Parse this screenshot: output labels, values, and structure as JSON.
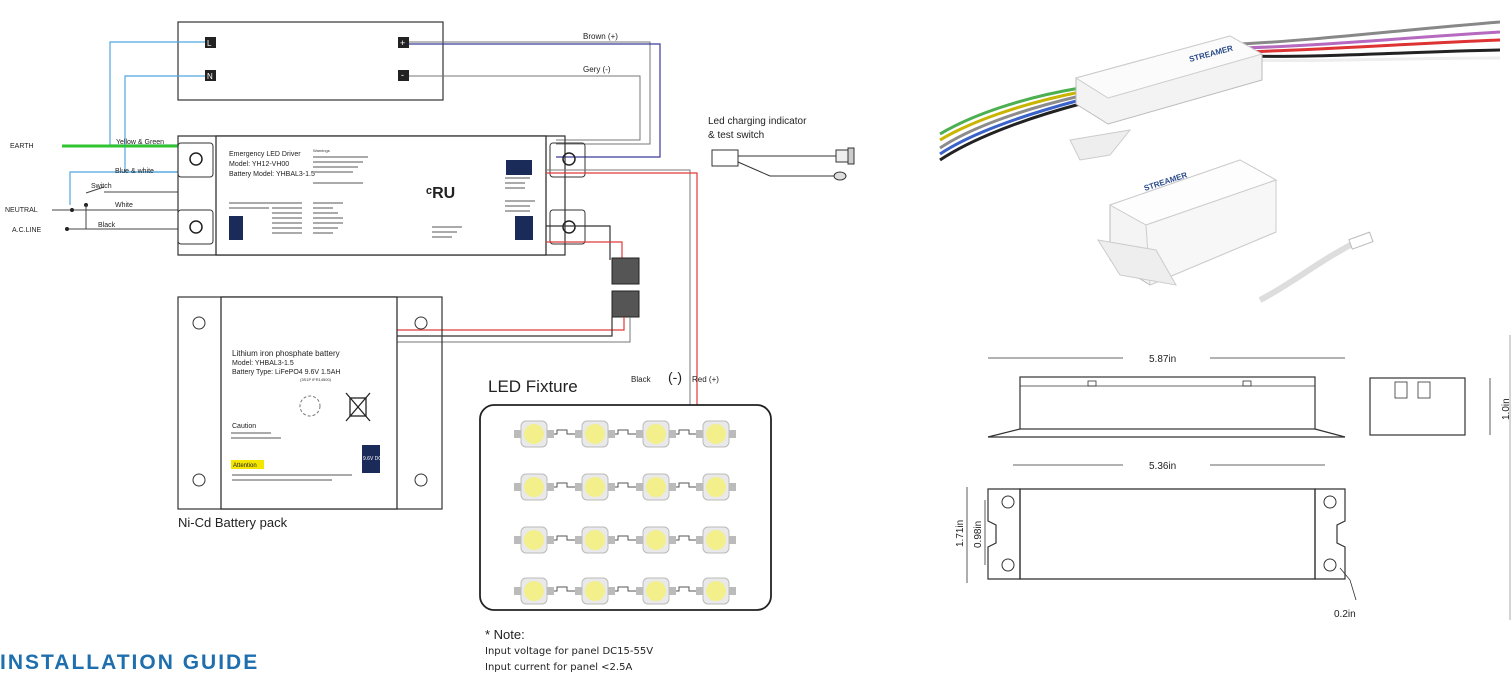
{
  "labels": {
    "brown": "Brown (+)",
    "grey": "Gery (-)",
    "earth": "EARTH",
    "neutral": "NEUTRAL",
    "aline": "A.C.LINE",
    "yellow_green": "Yellow & Green",
    "blue_white": "Blue & white",
    "switch": "Switch",
    "white": "White",
    "black_wire": "Black",
    "terminal_l": "L",
    "terminal_n": "N",
    "terminal_plus": "+",
    "terminal_minus": "-",
    "indicator_1": "Led charging indicator",
    "indicator_2": "& test switch",
    "black_minus": "Black",
    "minus_sym": "(-)",
    "red_plus": "Red (+)",
    "led_fixture": "LED Fixture",
    "ni_cd": "Ni-Cd Battery pack"
  },
  "driver": {
    "line1": "Emergency LED Driver",
    "line2": "Model: YH12-VH00",
    "line3": "Battery Model: YHBAL3-1.5",
    "warning": "Warnings"
  },
  "battery": {
    "line1": "Lithium iron phosphate battery",
    "line2": "Model: YHBAL3-1.5",
    "line3": "Battery Type: LiFePO4 9.6V 1.5AH",
    "line4": "(3S1P IFR14500)",
    "caution": "Caution",
    "attention": "Attention",
    "badge": "9.6V DC"
  },
  "dimensions": {
    "length_top": "5.87in",
    "length_bottom": "5.36in",
    "height": "1.0in",
    "outer_width": "1.71in",
    "inner_width": "0.98in",
    "hole": "0.2in"
  },
  "product": {
    "brand": "STREAMER"
  },
  "note": {
    "title": "* Note:",
    "line1": "Input voltage for panel DC15-55V",
    "line2": "Input current for panel <2.5A"
  },
  "footer": {
    "guide": "INSTALLATION GUIDE"
  },
  "colors": {
    "earth_green": "#31c431",
    "blue_wire": "#4fa8e0",
    "brown_wire": "#3b3b9a",
    "red_wire": "#e23a3a",
    "guide_blue": "#1f6fae",
    "led_yellow": "#f3ef8a"
  }
}
